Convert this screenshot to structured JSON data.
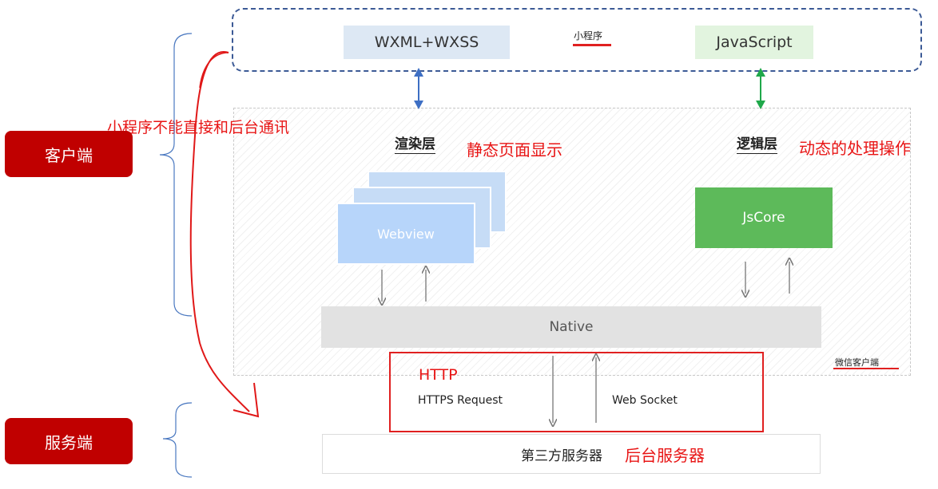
{
  "top": {
    "wxml": "WXML+WXSS",
    "mini_program": "小程序",
    "javascript": "JavaScript"
  },
  "render_layer": {
    "title": "渲染层",
    "note": "静态页面显示",
    "webview": "Webview"
  },
  "logic_layer": {
    "title": "逻辑层",
    "note": "动态的处理操作",
    "jscore": "JsCore"
  },
  "native": "Native",
  "wechat_client": "微信客户端",
  "http": {
    "label": "HTTP",
    "request": "HTTPS Request",
    "socket": "Web Socket"
  },
  "server": {
    "name": "第三方服务器",
    "note": "后台服务器"
  },
  "annotation": "小程序不能直接和后台通讯",
  "side": {
    "client": "客户端",
    "server": "服务端"
  },
  "colors": {
    "accent_red": "#e81515",
    "side_red": "#c00000",
    "jscore_green": "#5dba5a",
    "webview_blue": "#b7d5fa",
    "arrow_blue": "#3e6fc4",
    "arrow_green": "#1fa84a"
  }
}
